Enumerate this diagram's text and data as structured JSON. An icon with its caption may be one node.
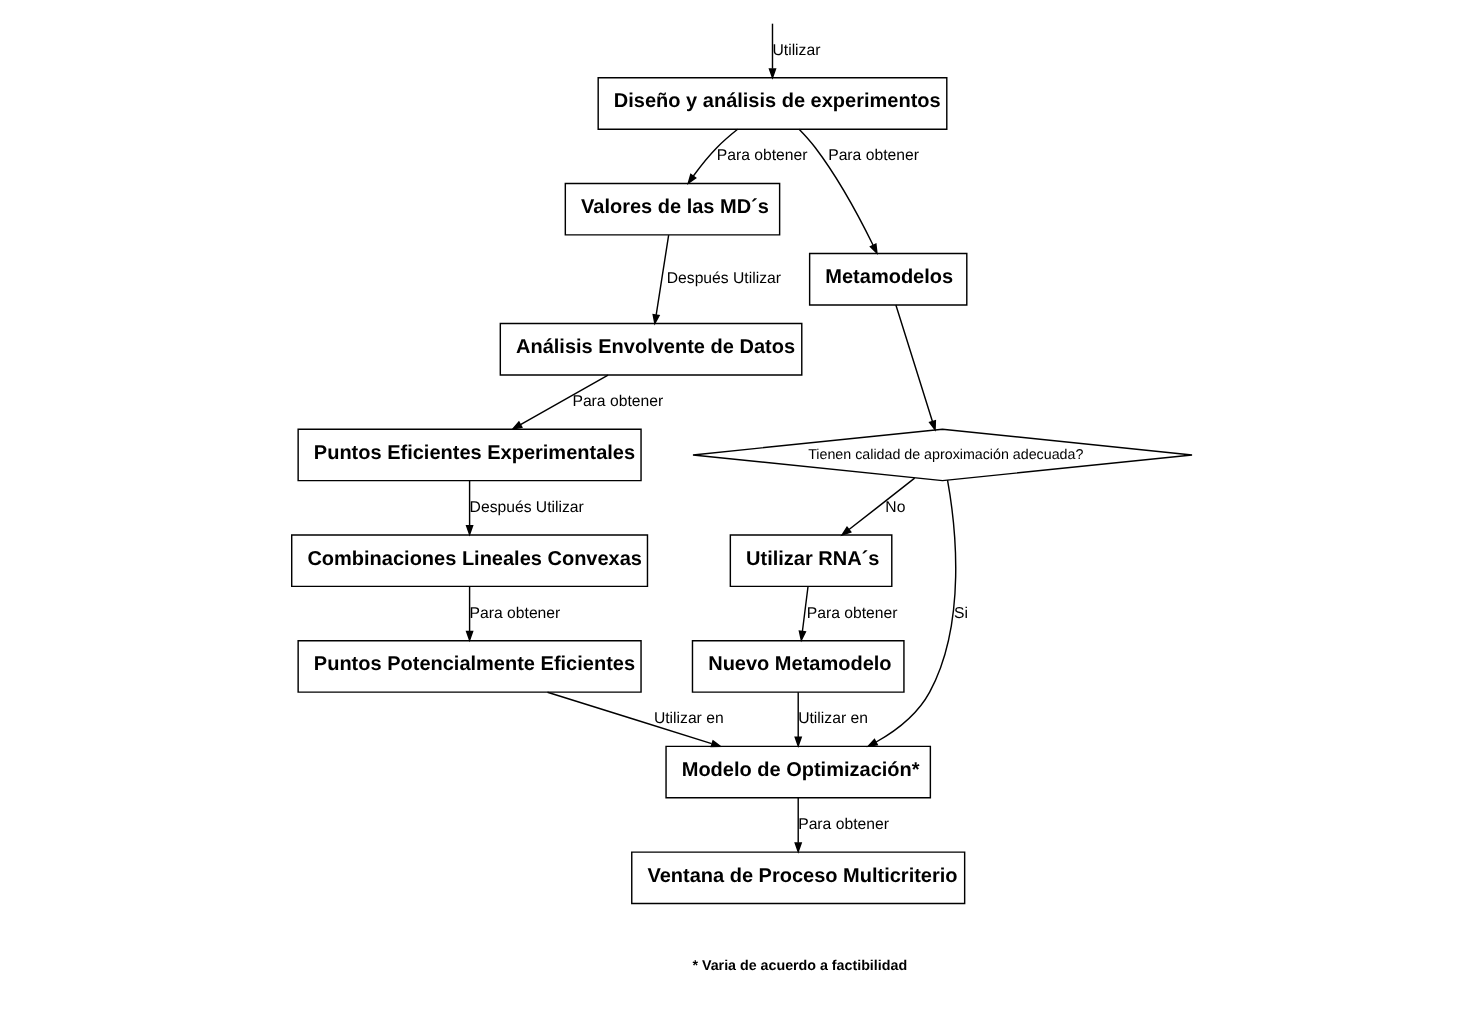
{
  "diagram": {
    "nodes": [
      {
        "text": [
          "Diseño y análisis de experimentos"
        ]
      },
      {
        "text": [
          "Valores de las MD´s"
        ]
      },
      {
        "text": [
          "Metamodelos"
        ]
      },
      {
        "text": [
          "Análisis Envolvente de Datos"
        ]
      },
      {
        "text": [
          "Tienen calidad de aproximación adecuada?"
        ]
      },
      {
        "text": [
          "Utilizar RNA´s"
        ]
      },
      {
        "text": [
          "Puntos Eficientes Experimentales"
        ]
      },
      {
        "text": [
          "Nuevo Metamodelo"
        ]
      },
      {
        "text": [
          "Combinaciones Lineales Convexas"
        ]
      },
      {
        "text": [
          "Modelo de Optimización*"
        ]
      },
      {
        "text": [
          "Puntos Potencialmente Eficientes"
        ]
      },
      {
        "text": [
          "Ventana de Proceso Multicriterio"
        ]
      }
    ],
    "edges": [
      {
        "from": null,
        "to": 0,
        "arrow": "to",
        "label": "Utilizar"
      },
      {
        "from": 0,
        "to": 1,
        "arrow": "to",
        "label": "Para obtener"
      },
      {
        "from": 0,
        "to": 2,
        "arrow": "to",
        "label": "Para obtener"
      },
      {
        "from": 1,
        "to": 3,
        "arrow": "to",
        "label": "Después Utilizar"
      },
      {
        "from": 3,
        "to": 6,
        "arrow": "to",
        "label": "Para obtener"
      },
      {
        "from": 6,
        "to": 8,
        "arrow": "to",
        "label": "Después Utilizar"
      },
      {
        "from": 8,
        "to": 10,
        "arrow": "to",
        "label": "Para obtener"
      },
      {
        "from": 2,
        "to": 4,
        "arrow": "to"
      },
      {
        "from": 4,
        "to": 5,
        "arrow": "to",
        "label": "No"
      },
      {
        "from": 4,
        "to": 9,
        "arrow": "to",
        "label": "Si"
      },
      {
        "from": 10,
        "to": 9,
        "arrow": "to",
        "label": "Utilizar en"
      },
      {
        "from": 5,
        "to": 7,
        "arrow": "to",
        "label": "Para obtener"
      },
      {
        "from": 7,
        "to": 9,
        "arrow": "to",
        "label": "Utilizar en"
      },
      {
        "from": 9,
        "to": 11,
        "arrow": "to",
        "label": "Para obtener"
      }
    ],
    "labels": [
      "* Varia de acuerdo a factibilidad"
    ]
  }
}
